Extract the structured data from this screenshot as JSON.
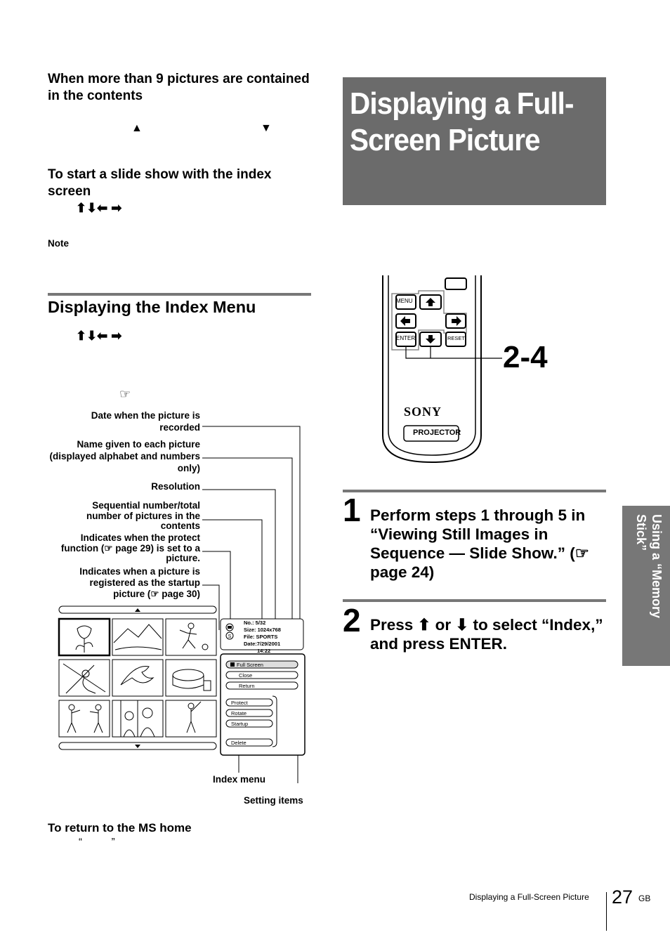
{
  "left": {
    "heading1": "When more than 9 pictures are contained in the contents",
    "up_arrow": "▲",
    "down_arrow": "▼",
    "heading2": "To start a slide show with the index screen",
    "arrows": "⬆⬇⬅ ➡",
    "note_label": "Note",
    "section_title": "Displaying the Index Menu",
    "ref_icon": "☞",
    "callouts": [
      "Date when the picture is recorded",
      "Name given to each picture (displayed alphabet and numbers only)",
      "Resolution",
      "Sequential number/total number of pictures in the contents",
      "Indicates when the protect function (☞ page 29) is set to a picture.",
      "Indicates when a picture is registered as the startup picture (☞ page 30)"
    ],
    "index_menu_label": "Index menu",
    "setting_items_label": "Setting items",
    "return_heading": "To return to the MS home",
    "quotes": "“          ”"
  },
  "screen": {
    "info_no": "No.:  5/32",
    "info_size": "Size: 1024x768",
    "info_file": "File: SPORTS",
    "info_date": "Date:7/29/2001",
    "info_time": "14:22",
    "menu_items": [
      "Full Screen",
      "Close",
      "Return"
    ],
    "setting_items": [
      "Protect",
      "Rotate",
      "Startup",
      "Delete"
    ]
  },
  "right": {
    "title": "Displaying a Full-Screen Picture",
    "remote": {
      "menu": "MENU",
      "enter": "ENTER",
      "reset": "RESET",
      "brand": "SONY",
      "model": "PROJECTOR",
      "callout": "2-4"
    },
    "step1_num": "1",
    "step1_text": "Perform steps 1 through 5 in “Viewing Still Images in Sequence — Slide Show.” (☞ page 24)",
    "step2_num": "2",
    "step2_text": "Press ⬆ or ⬇ to select “Index,” and press ENTER.",
    "side_tab": "Using a “Memory Stick”"
  },
  "footer": {
    "section": "Displaying a Full-Screen Picture",
    "page": "27",
    "region": "GB"
  }
}
